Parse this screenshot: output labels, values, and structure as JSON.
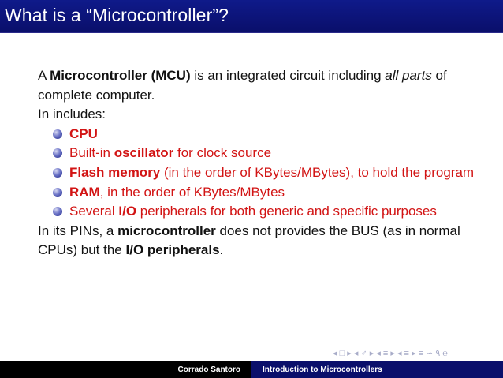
{
  "slide": {
    "title": "What is a “Microcontroller”?",
    "intro": {
      "p1": "A ",
      "p1_bold": "Microcontroller (MCU)",
      "p1_rest": " is an integrated circuit including ",
      "p1_italic": "all parts",
      "p1_end": " of complete computer.",
      "line2": "In includes:"
    },
    "items": [
      {
        "bold": "CPU",
        "rest": ""
      },
      {
        "pre": "Built-in ",
        "bold": "oscillator",
        "rest": " for clock source"
      },
      {
        "bold": "Flash memory",
        "rest": " (in the order of KBytes/MBytes), to hold the program"
      },
      {
        "bold": "RAM",
        "rest": ", in the order of KBytes/MBytes"
      },
      {
        "pre": "Several ",
        "bold": "I/O",
        "rest": " peripherals for both generic and specific purposes"
      }
    ],
    "outro": {
      "pre": "In its PINs, a ",
      "bold1": "microcontroller",
      "mid": " does not provides the BUS (as in normal CPUs) but the ",
      "bold2": "I/O peripherals",
      "end": "."
    }
  },
  "nav_symbols": "◂ □ ▸ ◂ ♂ ▸ ◂ ≡ ▸ ◂ ≡ ▸  ≡  ∽ ۹ ℮",
  "footer": {
    "author": "Corrado Santoro",
    "talk": "Introduction to Microcontrollers"
  },
  "colors": {
    "title_bar": "#0a0f6b",
    "highlight": "#d21414",
    "bullet": "#3a43a8"
  }
}
